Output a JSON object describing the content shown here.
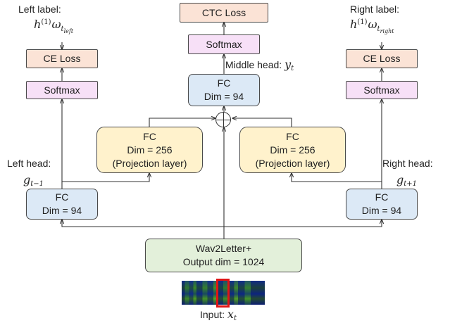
{
  "colors": {
    "peach": "#fbe3d6",
    "lavender": "#f7e0f7",
    "blue": "#dce9f6",
    "yellow": "#fff2cc",
    "green": "#e3f0da",
    "input_highlight": "#e01515"
  },
  "top_left": {
    "label": "Left label:",
    "math_base": "h",
    "math_sup": "(1)",
    "math_omega": "ω",
    "math_sub": "t",
    "math_subsub": "left"
  },
  "top_right": {
    "label": "Right label:",
    "math_base": "h",
    "math_sup": "(1)",
    "math_omega": "ω",
    "math_sub": "t",
    "math_subsub": "right"
  },
  "ce_loss_left": "CE Loss",
  "ce_loss_right": "CE Loss",
  "softmax_left": "Softmax",
  "softmax_right": "Softmax",
  "ctc_loss": "CTC Loss",
  "softmax_middle": "Softmax",
  "middle_head": {
    "label": "Middle head:",
    "math": "y",
    "sub": "t"
  },
  "fc_middle": {
    "line1": "FC",
    "line2": "Dim = 94"
  },
  "proj_left": {
    "line1": "FC",
    "line2": "Dim = 256",
    "line3": "(Projection layer)"
  },
  "proj_right": {
    "line1": "FC",
    "line2": "Dim = 256",
    "line3": "(Projection layer)"
  },
  "left_head": {
    "label": "Left head:",
    "math": "g",
    "sub": "t−1"
  },
  "right_head": {
    "label": "Right head:",
    "math": "g",
    "sub": "t+1"
  },
  "fc_left": {
    "line1": "FC",
    "line2": "Dim = 94"
  },
  "fc_right": {
    "line1": "FC",
    "line2": "Dim = 94"
  },
  "encoder": {
    "line1": "Wav2Letter+",
    "line2": "Output dim = 1024"
  },
  "input": {
    "label": "Input:",
    "math": "x",
    "sub": "t"
  }
}
